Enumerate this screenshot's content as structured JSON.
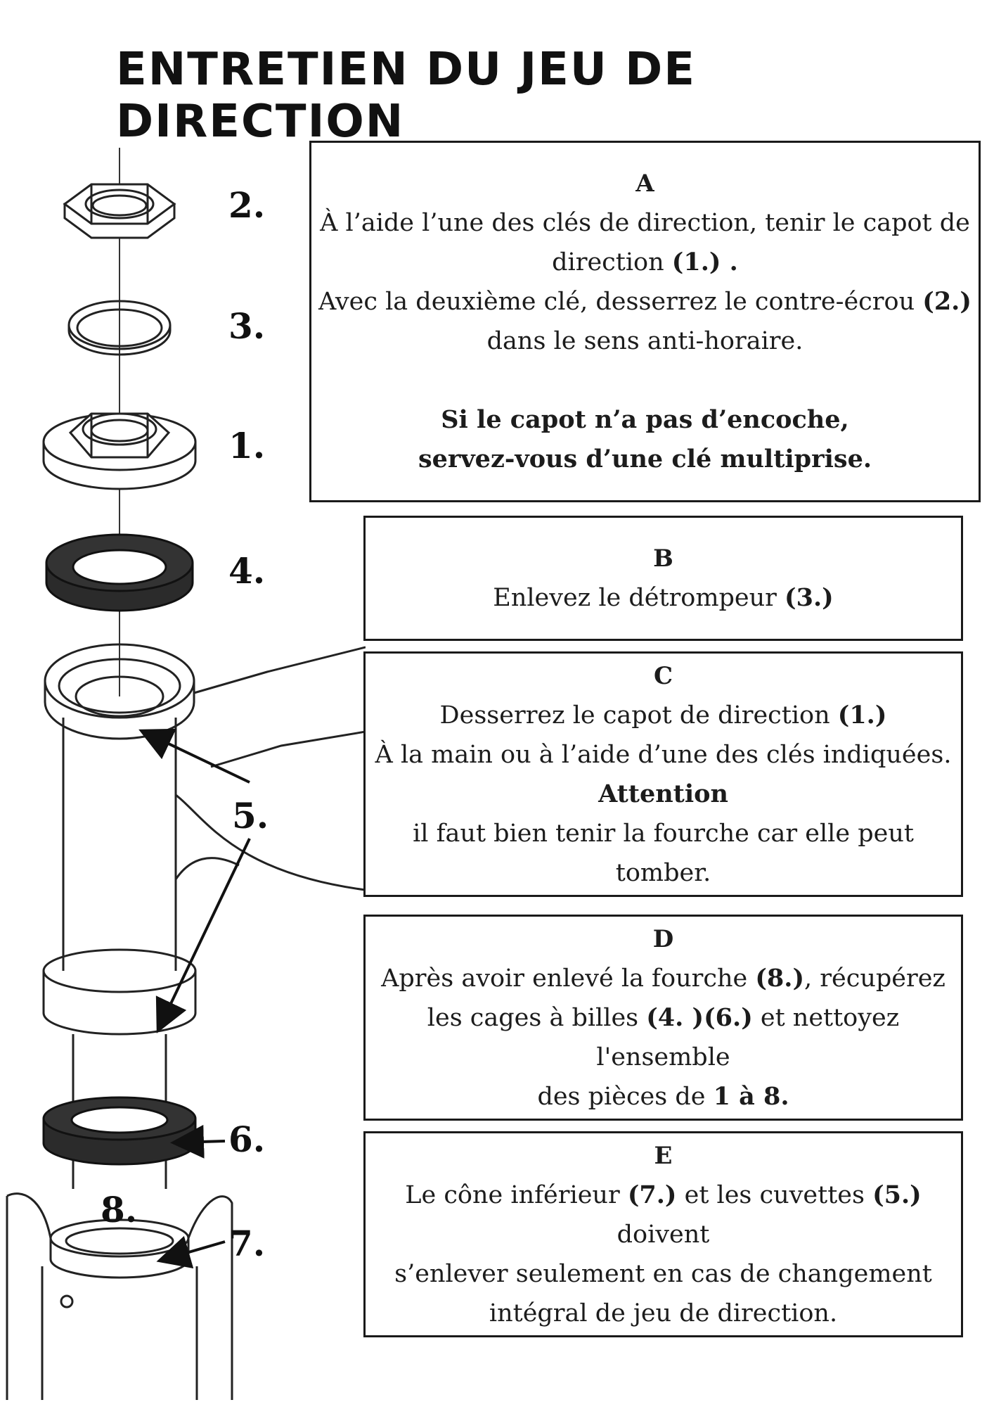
{
  "title": "Entretien du jeu de direction",
  "part_numbers": {
    "n2": "2.",
    "n3": "3.",
    "n1": "1.",
    "n4": "4.",
    "n5": "5.",
    "n6": "6.",
    "n8": "8.",
    "n7": "7."
  },
  "steps": {
    "a": {
      "letter": "A",
      "l1": "À l’aide l’une des clés de direction, tenir le capot de",
      "l2_text": "direction ",
      "l2_ref": "(1.)",
      "l2_end": " .",
      "l3_text": "Avec la deuxième clé, desserrez le contre-écrou ",
      "l3_ref": "(2.)",
      "l4": "dans le sens  anti-horaire.",
      "bold1": "Si le capot  n’a pas d’encoche,",
      "bold2": "servez-vous d’une clé multiprise."
    },
    "b": {
      "letter": "B",
      "l1_text": "Enlevez le détrompeur ",
      "l1_ref": "(3.)"
    },
    "c": {
      "letter": "C",
      "l1_text": "Desserrez le capot de direction ",
      "l1_ref": "(1.)",
      "l2": "À la main ou à l’aide d’une des clés indiquées.",
      "bold": "Attention",
      "l3": "il faut bien tenir la fourche car elle peut tomber."
    },
    "d": {
      "letter": "D",
      "l1_text": "Après avoir enlevé la fourche ",
      "l1_ref": "(8.)",
      "l1_end": ", récupérez",
      "l2_text": "les cages à billes ",
      "l2_ref": "(4. )(6.)",
      "l2_end": " et nettoyez l'ensemble",
      "l3_text": "des pièces de ",
      "l3_ref": "1 à 8."
    },
    "e": {
      "letter": "E",
      "l1_text": "Le cône inférieur ",
      "l1_ref": "(7.)",
      "l1_mid": " et les cuvettes ",
      "l1_ref2": "(5.)",
      "l1_end": " doivent",
      "l2": "s’enlever seulement en cas de changement",
      "l3": "intégral de jeu de direction."
    }
  },
  "icons": [
    "locknut-icon",
    "keyed-washer-icon",
    "headset-cap-icon",
    "ball-cage-icon",
    "cup-icon",
    "lower-cone-icon",
    "fork-icon",
    "arrow-icon"
  ]
}
